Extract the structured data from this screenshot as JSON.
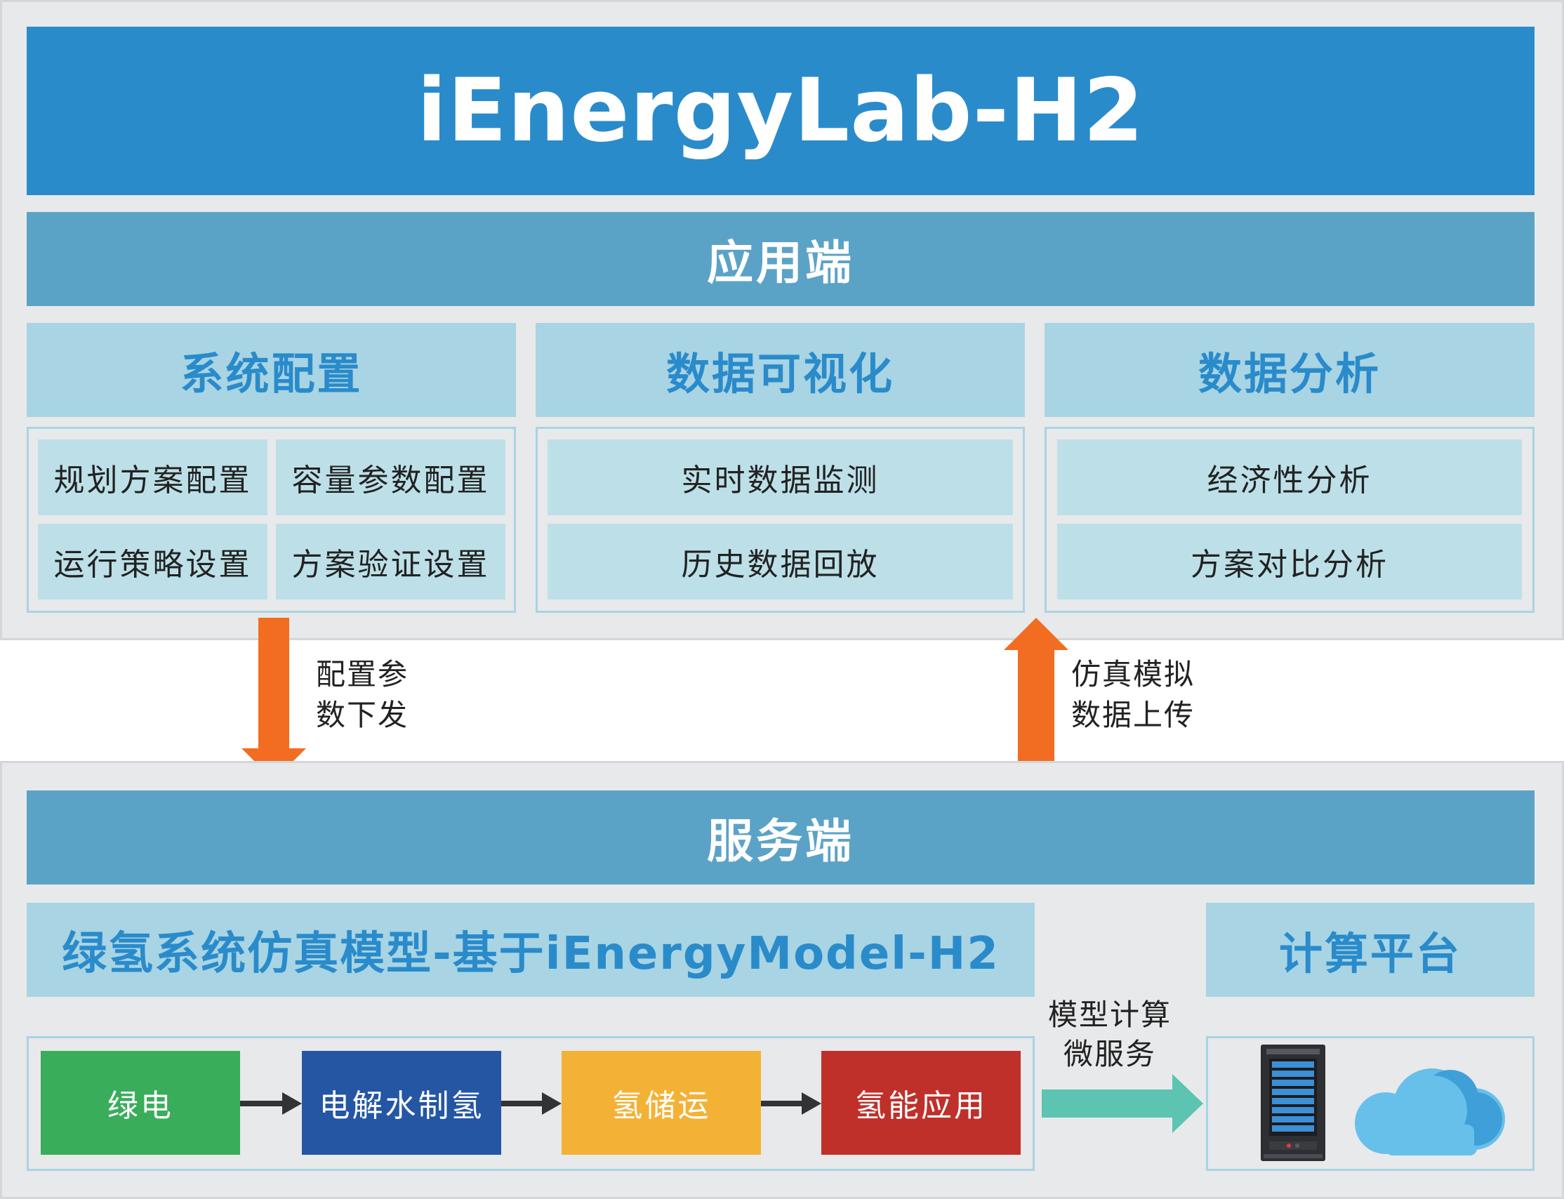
{
  "title": "iEnergyLab-H2",
  "app_layer": {
    "label": "应用端",
    "columns": [
      {
        "heading": "系统配置",
        "items": [
          "规划方案配置",
          "容量参数配置",
          "运行策略设置",
          "方案验证设置"
        ]
      },
      {
        "heading": "数据可视化",
        "items": [
          "实时数据监测",
          "历史数据回放"
        ]
      },
      {
        "heading": "数据分析",
        "items": [
          "经济性分析",
          "方案对比分析"
        ]
      }
    ]
  },
  "arrows": {
    "down": {
      "line1": "配置参",
      "line2": "数下发",
      "color": "#f26d21"
    },
    "up": {
      "line1": "仿真模拟",
      "line2": "数据上传",
      "color": "#f26d21"
    },
    "right": {
      "line1": "模型计算",
      "line2": "微服务",
      "color": "#5cc4b0"
    }
  },
  "server_layer": {
    "label": "服务端",
    "model_heading": "绿氢系统仿真模型-基于iEnergyModel-H2",
    "compute_heading": "计算平台",
    "flow": [
      {
        "label": "绿电",
        "color": "#3aad5a"
      },
      {
        "label": "电解水制氢",
        "color": "#2456a4"
      },
      {
        "label": "氢储运",
        "color": "#f3b236"
      },
      {
        "label": "氢能应用",
        "color": "#c0302a"
      }
    ],
    "icons": [
      "server-icon",
      "cloud-icon"
    ]
  },
  "colors": {
    "title_blue": "#2a8bcb",
    "section_blue": "#5ba3c6",
    "light_blue": "#a8d4e3",
    "cell_blue": "#bde0e8",
    "panel_gray": "#e8e9eb"
  }
}
